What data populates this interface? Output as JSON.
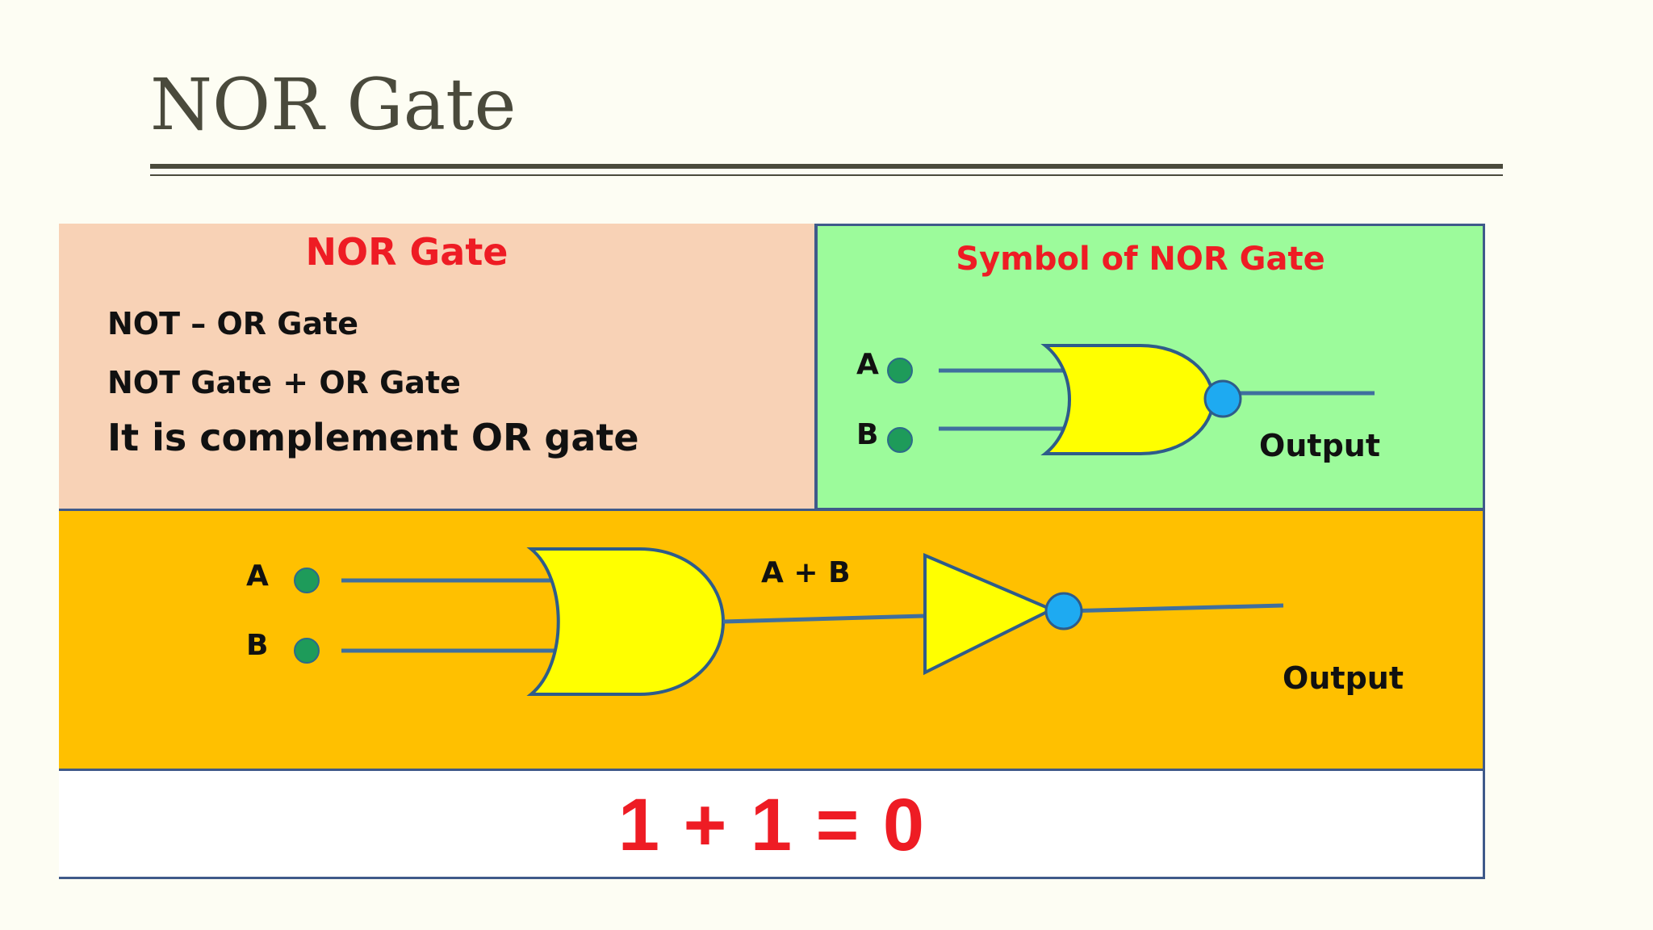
{
  "slide": {
    "title": "NOR Gate"
  },
  "definition": {
    "heading": "NOR Gate",
    "lines": [
      "NOT – OR Gate",
      "NOT Gate + OR Gate",
      "It is complement OR gate"
    ]
  },
  "symbol": {
    "heading": "Symbol of NOR Gate",
    "input_a": "A",
    "input_b": "B",
    "output": "Output"
  },
  "circuit": {
    "input_a": "A",
    "input_b": "B",
    "intermediate": "A + B",
    "output": "Output"
  },
  "equation": {
    "text": "1 + 1 = 0"
  },
  "colors": {
    "heading_red": "#ee1c24",
    "definition_bg": "#f8d2b6",
    "symbol_bg": "#9cfb9b",
    "circuit_bg": "#ffc000",
    "gate_fill": "#ffff00",
    "bubble": "#1eaaf1",
    "input_dot": "#1e9b5a",
    "wire": "#3f6f9e"
  }
}
